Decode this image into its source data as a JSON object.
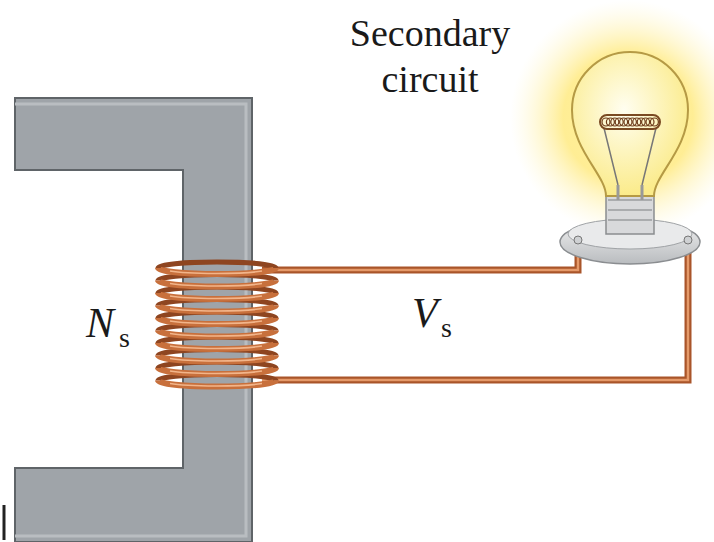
{
  "diagram": {
    "labels": [
      "Secondary circuit",
      "N",
      "s",
      "V",
      "s"
    ]
  }
}
